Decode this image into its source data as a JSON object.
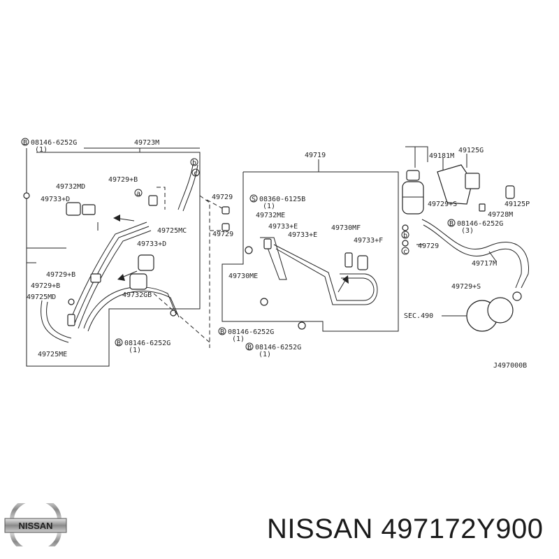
{
  "labels": {
    "l1": "08146-6252G",
    "l1q": "(1)",
    "l2": "49723M",
    "l3": "49732MD",
    "l4": "49733+D",
    "l5": "49729+B",
    "l6": "49725MC",
    "l7": "49733+D",
    "l8": "49729+B",
    "l9": "49729+B",
    "l10": "49725MD",
    "l11": "49732GB",
    "l12": "08146-6252G",
    "l12q": "(1)",
    "l13": "49725ME",
    "l14": "49719",
    "l15": "49729",
    "l16": "49729",
    "l17": "08360-6125B",
    "l17q": "(1)",
    "l18": "49732ME",
    "l19": "49733+E",
    "l20": "49733+E",
    "l21": "49730MF",
    "l22": "49733+F",
    "l23": "49730ME",
    "l24": "08146-6252G",
    "l24q": "(1)",
    "l25": "08146-6252G",
    "l25q": "(1)",
    "l26": "49181M",
    "l27": "49125G",
    "l28": "49729+S",
    "l29": "49125P",
    "l30": "49728M",
    "l31": "08146-6252G",
    "l31q": "(3)",
    "l32": "49729",
    "l33": "49717M",
    "l34": "49729+S",
    "l35": "SEC.490",
    "l36": "J497000B",
    "ca": "a",
    "cb": "b",
    "cc": "c",
    "cd": "b",
    "ce": "c",
    "markB": "B",
    "markS": "S",
    "markB2": "B",
    "markB3": "B",
    "markB4": "B",
    "markB5": "B"
  },
  "brand": {
    "text": "NISSAN 497172Y900",
    "logo_text": "NISSAN"
  }
}
